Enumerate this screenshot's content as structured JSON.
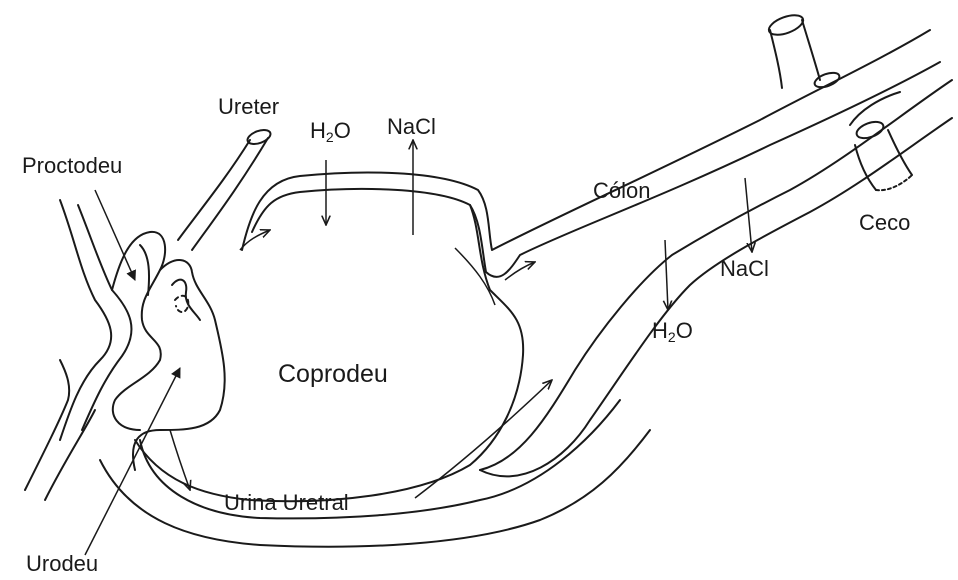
{
  "labels": {
    "ureter": "Ureter",
    "h2o_top": "H2O",
    "nacl_top": "NaCl",
    "proctodeu": "Proctodeu",
    "colon": "Cólon",
    "ceco": "Ceco",
    "nacl_right": "NaCl",
    "h2o_right": "H2O",
    "coprodeu": "Coprodeu",
    "urina_uretral": "Urina Uretral",
    "urodeu": "Urodeu"
  },
  "colors": {
    "ink": "#1a1a1a",
    "background": "#ffffff"
  }
}
